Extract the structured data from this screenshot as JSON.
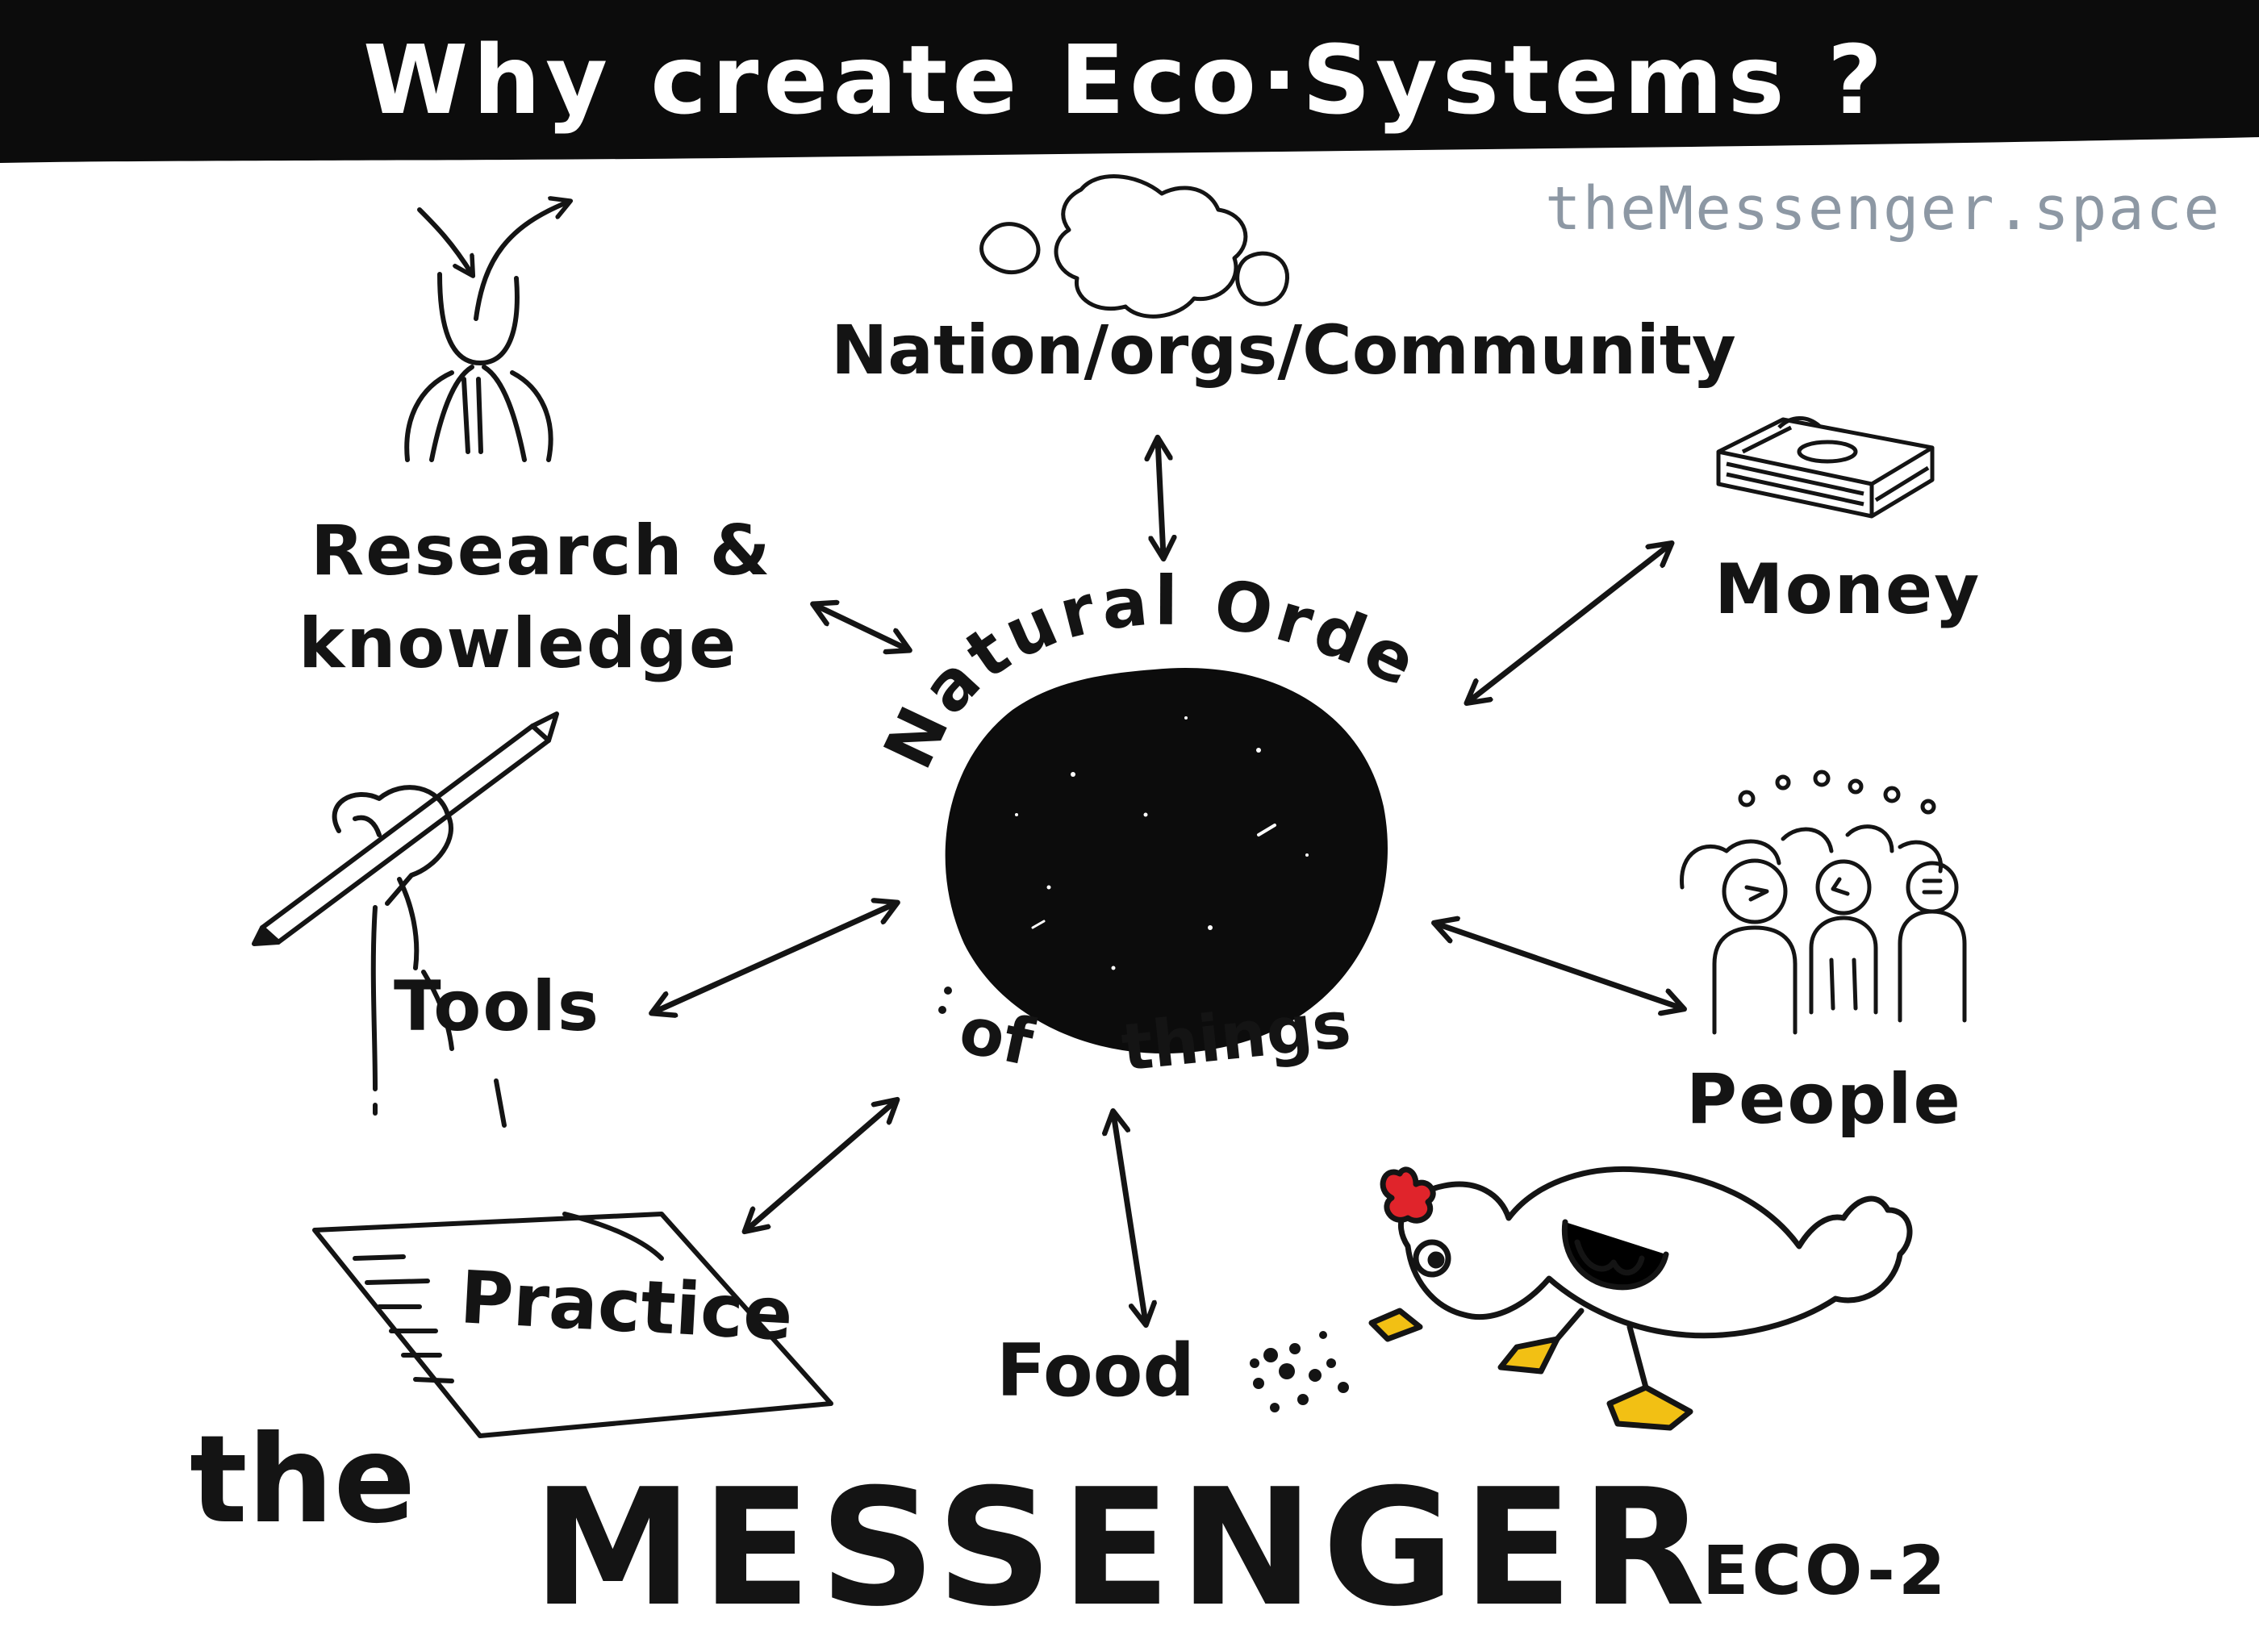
{
  "banner": {
    "title": "Why create Eco·Systems ?"
  },
  "website": "theMessenger.space",
  "center": {
    "label_top": "Natural Order",
    "label_bottom_of": "of",
    "label_bottom_things": "things"
  },
  "nodes": {
    "nation": "Nation/orgs/Community",
    "research_line1": "Research &",
    "research_line2": "knowledge",
    "money": "Money",
    "tools": "Tools",
    "people": "People",
    "practice": "Practice",
    "food": "Food"
  },
  "brand": {
    "the": "the",
    "name": "MESSENGER",
    "code": "ECO-2"
  },
  "colors": {
    "ink": "#141414",
    "banner": "#0c0c0c",
    "website": "#8d98a4",
    "chicken_beak": "#f2c014",
    "chicken_comb": "#e0242b"
  }
}
